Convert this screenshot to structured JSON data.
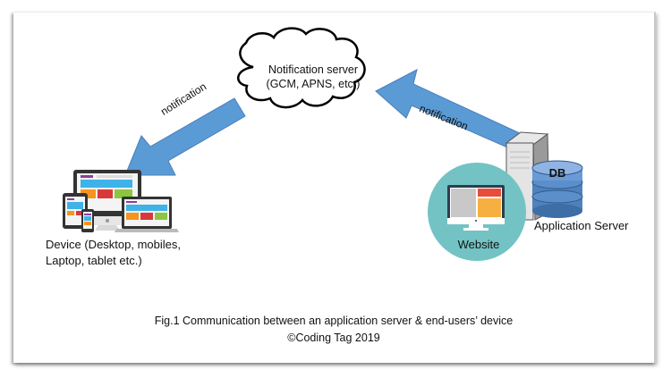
{
  "figure": {
    "notification_server": {
      "line1": "Notification server",
      "line2": "(GCM, APNS, etc.)",
      "shape": "cloud-icon"
    },
    "arrows": [
      {
        "label": "notification",
        "direction": "notification-server-to-devices",
        "color": "#5B9BD5"
      },
      {
        "label": "notification",
        "direction": "application-server-to-notification-server",
        "color": "#5B9BD5"
      }
    ],
    "devices": {
      "line1": "Device (Desktop, mobiles,",
      "line2": "Laptop, tablet etc.)",
      "icon": "responsive-devices-icon"
    },
    "website": {
      "label": "Website",
      "circle_color": "#73C3C5",
      "icon": "monitor-icon"
    },
    "application_server": {
      "label": "Application Server",
      "db_label": "DB",
      "icon": "server-tower-icon",
      "db_color": "#4F81BD"
    },
    "caption": {
      "line1": "Fig.1 Communication between an application server & end-users’ device",
      "line2": "©Coding Tag 2019"
    }
  }
}
